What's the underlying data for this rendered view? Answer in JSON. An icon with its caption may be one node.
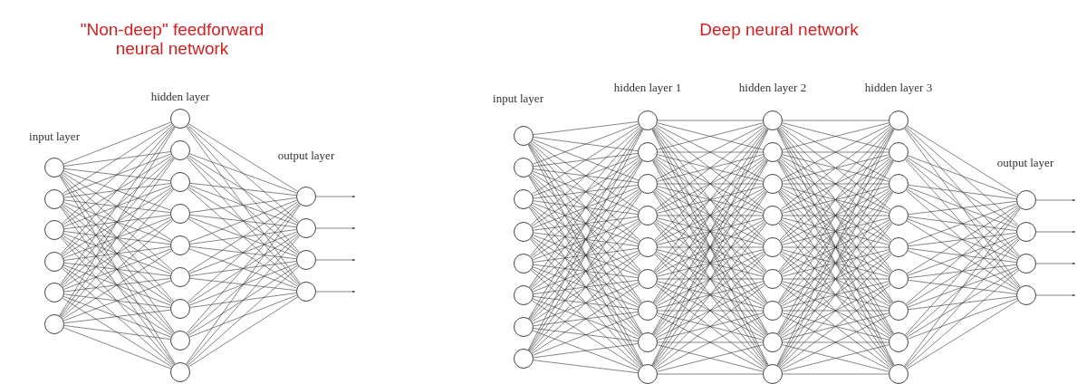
{
  "diagram": {
    "nodes": [
      {
        "text": [],
        "shape": "circle"
      },
      {
        "text": [],
        "shape": "circle"
      },
      {
        "text": [],
        "shape": "circle"
      },
      {
        "text": [],
        "shape": "circle"
      },
      {
        "text": [],
        "shape": "circle"
      },
      {
        "text": [],
        "shape": "circle"
      },
      {
        "text": [],
        "shape": "circle"
      },
      {
        "text": [],
        "shape": "circle"
      },
      {
        "text": [],
        "shape": "circle"
      },
      {
        "text": [],
        "shape": "circle"
      },
      {
        "text": [],
        "shape": "circle"
      },
      {
        "text": [],
        "shape": "circle"
      },
      {
        "text": [],
        "shape": "circle"
      },
      {
        "text": [],
        "shape": "circle"
      },
      {
        "text": [],
        "shape": "circle"
      },
      {
        "text": [],
        "shape": "circle"
      },
      {
        "text": [],
        "shape": "circle"
      },
      {
        "text": [],
        "shape": "circle"
      },
      {
        "text": [],
        "shape": "circle"
      },
      {
        "text": [],
        "shape": "circle"
      },
      {
        "text": [],
        "shape": "circle"
      },
      {
        "text": [],
        "shape": "circle"
      },
      {
        "text": [],
        "shape": "circle"
      },
      {
        "text": [],
        "shape": "circle"
      },
      {
        "text": [],
        "shape": "circle"
      },
      {
        "text": [],
        "shape": "circle"
      },
      {
        "text": [],
        "shape": "circle"
      },
      {
        "text": [],
        "shape": "circle"
      },
      {
        "text": [],
        "shape": "circle"
      },
      {
        "text": [],
        "shape": "circle"
      },
      {
        "text": [],
        "shape": "circle"
      },
      {
        "text": [],
        "shape": "circle"
      },
      {
        "text": [],
        "shape": "circle"
      },
      {
        "text": [],
        "shape": "circle"
      },
      {
        "text": [],
        "shape": "circle"
      },
      {
        "text": [],
        "shape": "circle"
      },
      {
        "text": [],
        "shape": "circle"
      },
      {
        "text": [],
        "shape": "circle"
      },
      {
        "text": [],
        "shape": "circle"
      },
      {
        "text": [],
        "shape": "circle"
      },
      {
        "text": [],
        "shape": "circle"
      },
      {
        "text": [],
        "shape": "circle"
      },
      {
        "text": [],
        "shape": "circle"
      },
      {
        "text": [],
        "shape": "circle"
      },
      {
        "text": [],
        "shape": "circle"
      },
      {
        "text": [],
        "shape": "circle"
      },
      {
        "text": [],
        "shape": "circle"
      },
      {
        "text": [],
        "shape": "circle"
      },
      {
        "text": [],
        "shape": "circle"
      },
      {
        "text": [],
        "shape": "circle"
      },
      {
        "text": [],
        "shape": "circle"
      },
      {
        "text": [],
        "shape": "circle"
      },
      {
        "text": [],
        "shape": "circle"
      },
      {
        "text": [],
        "shape": "circle"
      },
      {
        "text": [],
        "shape": "circle"
      },
      {
        "text": [],
        "shape": "circle"
      },
      {
        "text": [],
        "shape": "circle"
      },
      {
        "text": [],
        "shape": "circle"
      }
    ],
    "edges": [
      {
        "from": 0,
        "to": 6,
        "arrow": "none"
      },
      {
        "from": 0,
        "to": 7,
        "arrow": "none"
      },
      {
        "from": 0,
        "to": 8,
        "arrow": "none"
      },
      {
        "from": 0,
        "to": 9,
        "arrow": "none"
      },
      {
        "from": 0,
        "to": 10,
        "arrow": "none"
      },
      {
        "from": 0,
        "to": 11,
        "arrow": "none"
      },
      {
        "from": 0,
        "to": 12,
        "arrow": "none"
      },
      {
        "from": 0,
        "to": 13,
        "arrow": "none"
      },
      {
        "from": 0,
        "to": 14,
        "arrow": "none"
      },
      {
        "from": 1,
        "to": 6,
        "arrow": "none"
      },
      {
        "from": 1,
        "to": 7,
        "arrow": "none"
      },
      {
        "from": 1,
        "to": 8,
        "arrow": "none"
      },
      {
        "from": 1,
        "to": 9,
        "arrow": "none"
      },
      {
        "from": 1,
        "to": 10,
        "arrow": "none"
      },
      {
        "from": 1,
        "to": 11,
        "arrow": "none"
      },
      {
        "from": 1,
        "to": 12,
        "arrow": "none"
      },
      {
        "from": 1,
        "to": 13,
        "arrow": "none"
      },
      {
        "from": 1,
        "to": 14,
        "arrow": "none"
      },
      {
        "from": 2,
        "to": 6,
        "arrow": "none"
      },
      {
        "from": 2,
        "to": 7,
        "arrow": "none"
      },
      {
        "from": 2,
        "to": 8,
        "arrow": "none"
      },
      {
        "from": 2,
        "to": 9,
        "arrow": "none"
      },
      {
        "from": 2,
        "to": 10,
        "arrow": "none"
      },
      {
        "from": 2,
        "to": 11,
        "arrow": "none"
      },
      {
        "from": 2,
        "to": 12,
        "arrow": "none"
      },
      {
        "from": 2,
        "to": 13,
        "arrow": "none"
      },
      {
        "from": 2,
        "to": 14,
        "arrow": "none"
      },
      {
        "from": 3,
        "to": 6,
        "arrow": "none"
      },
      {
        "from": 3,
        "to": 7,
        "arrow": "none"
      },
      {
        "from": 3,
        "to": 8,
        "arrow": "none"
      },
      {
        "from": 3,
        "to": 9,
        "arrow": "none"
      },
      {
        "from": 3,
        "to": 10,
        "arrow": "none"
      },
      {
        "from": 3,
        "to": 11,
        "arrow": "none"
      },
      {
        "from": 3,
        "to": 12,
        "arrow": "none"
      },
      {
        "from": 3,
        "to": 13,
        "arrow": "none"
      },
      {
        "from": 3,
        "to": 14,
        "arrow": "none"
      },
      {
        "from": 4,
        "to": 6,
        "arrow": "none"
      },
      {
        "from": 4,
        "to": 7,
        "arrow": "none"
      },
      {
        "from": 4,
        "to": 8,
        "arrow": "none"
      },
      {
        "from": 4,
        "to": 9,
        "arrow": "none"
      },
      {
        "from": 4,
        "to": 10,
        "arrow": "none"
      },
      {
        "from": 4,
        "to": 11,
        "arrow": "none"
      },
      {
        "from": 4,
        "to": 12,
        "arrow": "none"
      },
      {
        "from": 4,
        "to": 13,
        "arrow": "none"
      },
      {
        "from": 4,
        "to": 14,
        "arrow": "none"
      },
      {
        "from": 5,
        "to": 6,
        "arrow": "none"
      },
      {
        "from": 5,
        "to": 7,
        "arrow": "none"
      },
      {
        "from": 5,
        "to": 8,
        "arrow": "none"
      },
      {
        "from": 5,
        "to": 9,
        "arrow": "none"
      },
      {
        "from": 5,
        "to": 10,
        "arrow": "none"
      },
      {
        "from": 5,
        "to": 11,
        "arrow": "none"
      },
      {
        "from": 5,
        "to": 12,
        "arrow": "none"
      },
      {
        "from": 5,
        "to": 13,
        "arrow": "none"
      },
      {
        "from": 5,
        "to": 14,
        "arrow": "none"
      },
      {
        "from": 6,
        "to": 15,
        "arrow": "none"
      },
      {
        "from": 6,
        "to": 16,
        "arrow": "none"
      },
      {
        "from": 6,
        "to": 17,
        "arrow": "none"
      },
      {
        "from": 6,
        "to": 18,
        "arrow": "none"
      },
      {
        "from": 7,
        "to": 15,
        "arrow": "none"
      },
      {
        "from": 7,
        "to": 16,
        "arrow": "none"
      },
      {
        "from": 7,
        "to": 17,
        "arrow": "none"
      },
      {
        "from": 7,
        "to": 18,
        "arrow": "none"
      },
      {
        "from": 8,
        "to": 15,
        "arrow": "none"
      },
      {
        "from": 8,
        "to": 16,
        "arrow": "none"
      },
      {
        "from": 8,
        "to": 17,
        "arrow": "none"
      },
      {
        "from": 8,
        "to": 18,
        "arrow": "none"
      },
      {
        "from": 9,
        "to": 15,
        "arrow": "none"
      },
      {
        "from": 9,
        "to": 16,
        "arrow": "none"
      },
      {
        "from": 9,
        "to": 17,
        "arrow": "none"
      },
      {
        "from": 9,
        "to": 18,
        "arrow": "none"
      },
      {
        "from": 10,
        "to": 15,
        "arrow": "none"
      },
      {
        "from": 10,
        "to": 16,
        "arrow": "none"
      },
      {
        "from": 10,
        "to": 17,
        "arrow": "none"
      },
      {
        "from": 10,
        "to": 18,
        "arrow": "none"
      },
      {
        "from": 11,
        "to": 15,
        "arrow": "none"
      },
      {
        "from": 11,
        "to": 16,
        "arrow": "none"
      },
      {
        "from": 11,
        "to": 17,
        "arrow": "none"
      },
      {
        "from": 11,
        "to": 18,
        "arrow": "none"
      },
      {
        "from": 12,
        "to": 15,
        "arrow": "none"
      },
      {
        "from": 12,
        "to": 16,
        "arrow": "none"
      },
      {
        "from": 12,
        "to": 17,
        "arrow": "none"
      },
      {
        "from": 12,
        "to": 18,
        "arrow": "none"
      },
      {
        "from": 13,
        "to": 15,
        "arrow": "none"
      },
      {
        "from": 13,
        "to": 16,
        "arrow": "none"
      },
      {
        "from": 13,
        "to": 17,
        "arrow": "none"
      },
      {
        "from": 13,
        "to": 18,
        "arrow": "none"
      },
      {
        "from": 14,
        "to": 15,
        "arrow": "none"
      },
      {
        "from": 14,
        "to": 16,
        "arrow": "none"
      },
      {
        "from": 14,
        "to": 17,
        "arrow": "none"
      },
      {
        "from": 14,
        "to": 18,
        "arrow": "none"
      },
      {
        "from": 15,
        "to": null,
        "arrow": "to"
      },
      {
        "from": 16,
        "to": null,
        "arrow": "to"
      },
      {
        "from": 17,
        "to": null,
        "arrow": "to"
      },
      {
        "from": 18,
        "to": null,
        "arrow": "to"
      },
      {
        "from": 19,
        "to": 27,
        "arrow": "none"
      },
      {
        "from": 19,
        "to": 28,
        "arrow": "none"
      },
      {
        "from": 19,
        "to": 29,
        "arrow": "none"
      },
      {
        "from": 19,
        "to": 30,
        "arrow": "none"
      },
      {
        "from": 19,
        "to": 31,
        "arrow": "none"
      },
      {
        "from": 19,
        "to": 32,
        "arrow": "none"
      },
      {
        "from": 19,
        "to": 33,
        "arrow": "none"
      },
      {
        "from": 19,
        "to": 34,
        "arrow": "none"
      },
      {
        "from": 19,
        "to": 35,
        "arrow": "none"
      },
      {
        "from": 20,
        "to": 27,
        "arrow": "none"
      },
      {
        "from": 20,
        "to": 28,
        "arrow": "none"
      },
      {
        "from": 20,
        "to": 29,
        "arrow": "none"
      },
      {
        "from": 20,
        "to": 30,
        "arrow": "none"
      },
      {
        "from": 20,
        "to": 31,
        "arrow": "none"
      },
      {
        "from": 20,
        "to": 32,
        "arrow": "none"
      },
      {
        "from": 20,
        "to": 33,
        "arrow": "none"
      },
      {
        "from": 20,
        "to": 34,
        "arrow": "none"
      },
      {
        "from": 20,
        "to": 35,
        "arrow": "none"
      },
      {
        "from": 21,
        "to": 27,
        "arrow": "none"
      },
      {
        "from": 21,
        "to": 28,
        "arrow": "none"
      },
      {
        "from": 21,
        "to": 29,
        "arrow": "none"
      },
      {
        "from": 21,
        "to": 30,
        "arrow": "none"
      },
      {
        "from": 21,
        "to": 31,
        "arrow": "none"
      },
      {
        "from": 21,
        "to": 32,
        "arrow": "none"
      },
      {
        "from": 21,
        "to": 33,
        "arrow": "none"
      },
      {
        "from": 21,
        "to": 34,
        "arrow": "none"
      },
      {
        "from": 21,
        "to": 35,
        "arrow": "none"
      },
      {
        "from": 22,
        "to": 27,
        "arrow": "none"
      },
      {
        "from": 22,
        "to": 28,
        "arrow": "none"
      },
      {
        "from": 22,
        "to": 29,
        "arrow": "none"
      },
      {
        "from": 22,
        "to": 30,
        "arrow": "none"
      },
      {
        "from": 22,
        "to": 31,
        "arrow": "none"
      },
      {
        "from": 22,
        "to": 32,
        "arrow": "none"
      },
      {
        "from": 22,
        "to": 33,
        "arrow": "none"
      },
      {
        "from": 22,
        "to": 34,
        "arrow": "none"
      },
      {
        "from": 22,
        "to": 35,
        "arrow": "none"
      },
      {
        "from": 23,
        "to": 27,
        "arrow": "none"
      },
      {
        "from": 23,
        "to": 28,
        "arrow": "none"
      },
      {
        "from": 23,
        "to": 29,
        "arrow": "none"
      },
      {
        "from": 23,
        "to": 30,
        "arrow": "none"
      },
      {
        "from": 23,
        "to": 31,
        "arrow": "none"
      },
      {
        "from": 23,
        "to": 32,
        "arrow": "none"
      },
      {
        "from": 23,
        "to": 33,
        "arrow": "none"
      },
      {
        "from": 23,
        "to": 34,
        "arrow": "none"
      },
      {
        "from": 23,
        "to": 35,
        "arrow": "none"
      },
      {
        "from": 24,
        "to": 27,
        "arrow": "none"
      },
      {
        "from": 24,
        "to": 28,
        "arrow": "none"
      },
      {
        "from": 24,
        "to": 29,
        "arrow": "none"
      },
      {
        "from": 24,
        "to": 30,
        "arrow": "none"
      },
      {
        "from": 24,
        "to": 31,
        "arrow": "none"
      },
      {
        "from": 24,
        "to": 32,
        "arrow": "none"
      },
      {
        "from": 24,
        "to": 33,
        "arrow": "none"
      },
      {
        "from": 24,
        "to": 34,
        "arrow": "none"
      },
      {
        "from": 24,
        "to": 35,
        "arrow": "none"
      },
      {
        "from": 25,
        "to": 27,
        "arrow": "none"
      },
      {
        "from": 25,
        "to": 28,
        "arrow": "none"
      },
      {
        "from": 25,
        "to": 29,
        "arrow": "none"
      },
      {
        "from": 25,
        "to": 30,
        "arrow": "none"
      },
      {
        "from": 25,
        "to": 31,
        "arrow": "none"
      },
      {
        "from": 25,
        "to": 32,
        "arrow": "none"
      },
      {
        "from": 25,
        "to": 33,
        "arrow": "none"
      },
      {
        "from": 25,
        "to": 34,
        "arrow": "none"
      },
      {
        "from": 25,
        "to": 35,
        "arrow": "none"
      },
      {
        "from": 26,
        "to": 27,
        "arrow": "none"
      },
      {
        "from": 26,
        "to": 28,
        "arrow": "none"
      },
      {
        "from": 26,
        "to": 29,
        "arrow": "none"
      },
      {
        "from": 26,
        "to": 30,
        "arrow": "none"
      },
      {
        "from": 26,
        "to": 31,
        "arrow": "none"
      },
      {
        "from": 26,
        "to": 32,
        "arrow": "none"
      },
      {
        "from": 26,
        "to": 33,
        "arrow": "none"
      },
      {
        "from": 26,
        "to": 34,
        "arrow": "none"
      },
      {
        "from": 26,
        "to": 35,
        "arrow": "none"
      },
      {
        "from": 27,
        "to": 36,
        "arrow": "none"
      },
      {
        "from": 27,
        "to": 37,
        "arrow": "none"
      },
      {
        "from": 27,
        "to": 38,
        "arrow": "none"
      },
      {
        "from": 27,
        "to": 39,
        "arrow": "none"
      },
      {
        "from": 27,
        "to": 40,
        "arrow": "none"
      },
      {
        "from": 27,
        "to": 41,
        "arrow": "none"
      },
      {
        "from": 27,
        "to": 42,
        "arrow": "none"
      },
      {
        "from": 27,
        "to": 43,
        "arrow": "none"
      },
      {
        "from": 27,
        "to": 44,
        "arrow": "none"
      },
      {
        "from": 28,
        "to": 36,
        "arrow": "none"
      },
      {
        "from": 28,
        "to": 37,
        "arrow": "none"
      },
      {
        "from": 28,
        "to": 38,
        "arrow": "none"
      },
      {
        "from": 28,
        "to": 39,
        "arrow": "none"
      },
      {
        "from": 28,
        "to": 40,
        "arrow": "none"
      },
      {
        "from": 28,
        "to": 41,
        "arrow": "none"
      },
      {
        "from": 28,
        "to": 42,
        "arrow": "none"
      },
      {
        "from": 28,
        "to": 43,
        "arrow": "none"
      },
      {
        "from": 28,
        "to": 44,
        "arrow": "none"
      },
      {
        "from": 29,
        "to": 36,
        "arrow": "none"
      },
      {
        "from": 29,
        "to": 37,
        "arrow": "none"
      },
      {
        "from": 29,
        "to": 38,
        "arrow": "none"
      },
      {
        "from": 29,
        "to": 39,
        "arrow": "none"
      },
      {
        "from": 29,
        "to": 40,
        "arrow": "none"
      },
      {
        "from": 29,
        "to": 41,
        "arrow": "none"
      },
      {
        "from": 29,
        "to": 42,
        "arrow": "none"
      },
      {
        "from": 29,
        "to": 43,
        "arrow": "none"
      },
      {
        "from": 29,
        "to": 44,
        "arrow": "none"
      },
      {
        "from": 30,
        "to": 36,
        "arrow": "none"
      },
      {
        "from": 30,
        "to": 37,
        "arrow": "none"
      },
      {
        "from": 30,
        "to": 38,
        "arrow": "none"
      },
      {
        "from": 30,
        "to": 39,
        "arrow": "none"
      },
      {
        "from": 30,
        "to": 40,
        "arrow": "none"
      },
      {
        "from": 30,
        "to": 41,
        "arrow": "none"
      },
      {
        "from": 30,
        "to": 42,
        "arrow": "none"
      },
      {
        "from": 30,
        "to": 43,
        "arrow": "none"
      },
      {
        "from": 30,
        "to": 44,
        "arrow": "none"
      },
      {
        "from": 31,
        "to": 36,
        "arrow": "none"
      },
      {
        "from": 31,
        "to": 37,
        "arrow": "none"
      },
      {
        "from": 31,
        "to": 38,
        "arrow": "none"
      },
      {
        "from": 31,
        "to": 39,
        "arrow": "none"
      },
      {
        "from": 31,
        "to": 40,
        "arrow": "none"
      },
      {
        "from": 31,
        "to": 41,
        "arrow": "none"
      },
      {
        "from": 31,
        "to": 42,
        "arrow": "none"
      },
      {
        "from": 31,
        "to": 43,
        "arrow": "none"
      },
      {
        "from": 31,
        "to": 44,
        "arrow": "none"
      },
      {
        "from": 32,
        "to": 36,
        "arrow": "none"
      },
      {
        "from": 32,
        "to": 37,
        "arrow": "none"
      },
      {
        "from": 32,
        "to": 38,
        "arrow": "none"
      },
      {
        "from": 32,
        "to": 39,
        "arrow": "none"
      },
      {
        "from": 32,
        "to": 40,
        "arrow": "none"
      },
      {
        "from": 32,
        "to": 41,
        "arrow": "none"
      },
      {
        "from": 32,
        "to": 42,
        "arrow": "none"
      },
      {
        "from": 32,
        "to": 43,
        "arrow": "none"
      },
      {
        "from": 32,
        "to": 44,
        "arrow": "none"
      },
      {
        "from": 33,
        "to": 36,
        "arrow": "none"
      },
      {
        "from": 33,
        "to": 37,
        "arrow": "none"
      },
      {
        "from": 33,
        "to": 38,
        "arrow": "none"
      },
      {
        "from": 33,
        "to": 39,
        "arrow": "none"
      },
      {
        "from": 33,
        "to": 40,
        "arrow": "none"
      },
      {
        "from": 33,
        "to": 41,
        "arrow": "none"
      },
      {
        "from": 33,
        "to": 42,
        "arrow": "none"
      },
      {
        "from": 33,
        "to": 43,
        "arrow": "none"
      },
      {
        "from": 33,
        "to": 44,
        "arrow": "none"
      },
      {
        "from": 34,
        "to": 36,
        "arrow": "none"
      },
      {
        "from": 34,
        "to": 37,
        "arrow": "none"
      },
      {
        "from": 34,
        "to": 38,
        "arrow": "none"
      },
      {
        "from": 34,
        "to": 39,
        "arrow": "none"
      },
      {
        "from": 34,
        "to": 40,
        "arrow": "none"
      },
      {
        "from": 34,
        "to": 41,
        "arrow": "none"
      },
      {
        "from": 34,
        "to": 42,
        "arrow": "none"
      },
      {
        "from": 34,
        "to": 43,
        "arrow": "none"
      },
      {
        "from": 34,
        "to": 44,
        "arrow": "none"
      },
      {
        "from": 35,
        "to": 36,
        "arrow": "none"
      },
      {
        "from": 35,
        "to": 37,
        "arrow": "none"
      },
      {
        "from": 35,
        "to": 38,
        "arrow": "none"
      },
      {
        "from": 35,
        "to": 39,
        "arrow": "none"
      },
      {
        "from": 35,
        "to": 40,
        "arrow": "none"
      },
      {
        "from": 35,
        "to": 41,
        "arrow": "none"
      },
      {
        "from": 35,
        "to": 42,
        "arrow": "none"
      },
      {
        "from": 35,
        "to": 43,
        "arrow": "none"
      },
      {
        "from": 35,
        "to": 44,
        "arrow": "none"
      },
      {
        "from": 36,
        "to": 45,
        "arrow": "none"
      },
      {
        "from": 36,
        "to": 46,
        "arrow": "none"
      },
      {
        "from": 36,
        "to": 47,
        "arrow": "none"
      },
      {
        "from": 36,
        "to": 48,
        "arrow": "none"
      },
      {
        "from": 36,
        "to": 49,
        "arrow": "none"
      },
      {
        "from": 36,
        "to": 50,
        "arrow": "none"
      },
      {
        "from": 36,
        "to": 51,
        "arrow": "none"
      },
      {
        "from": 36,
        "to": 52,
        "arrow": "none"
      },
      {
        "from": 36,
        "to": 53,
        "arrow": "none"
      },
      {
        "from": 37,
        "to": 45,
        "arrow": "none"
      },
      {
        "from": 37,
        "to": 46,
        "arrow": "none"
      },
      {
        "from": 37,
        "to": 47,
        "arrow": "none"
      },
      {
        "from": 37,
        "to": 48,
        "arrow": "none"
      },
      {
        "from": 37,
        "to": 49,
        "arrow": "none"
      },
      {
        "from": 37,
        "to": 50,
        "arrow": "none"
      },
      {
        "from": 37,
        "to": 51,
        "arrow": "none"
      },
      {
        "from": 37,
        "to": 52,
        "arrow": "none"
      },
      {
        "from": 37,
        "to": 53,
        "arrow": "none"
      },
      {
        "from": 38,
        "to": 45,
        "arrow": "none"
      },
      {
        "from": 38,
        "to": 46,
        "arrow": "none"
      },
      {
        "from": 38,
        "to": 47,
        "arrow": "none"
      },
      {
        "from": 38,
        "to": 48,
        "arrow": "none"
      },
      {
        "from": 38,
        "to": 49,
        "arrow": "none"
      },
      {
        "from": 38,
        "to": 50,
        "arrow": "none"
      },
      {
        "from": 38,
        "to": 51,
        "arrow": "none"
      },
      {
        "from": 38,
        "to": 52,
        "arrow": "none"
      },
      {
        "from": 38,
        "to": 53,
        "arrow": "none"
      },
      {
        "from": 39,
        "to": 45,
        "arrow": "none"
      },
      {
        "from": 39,
        "to": 46,
        "arrow": "none"
      },
      {
        "from": 39,
        "to": 47,
        "arrow": "none"
      },
      {
        "from": 39,
        "to": 48,
        "arrow": "none"
      },
      {
        "from": 39,
        "to": 49,
        "arrow": "none"
      },
      {
        "from": 39,
        "to": 50,
        "arrow": "none"
      },
      {
        "from": 39,
        "to": 51,
        "arrow": "none"
      },
      {
        "from": 39,
        "to": 52,
        "arrow": "none"
      },
      {
        "from": 39,
        "to": 53,
        "arrow": "none"
      },
      {
        "from": 40,
        "to": 45,
        "arrow": "none"
      },
      {
        "from": 40,
        "to": 46,
        "arrow": "none"
      },
      {
        "from": 40,
        "to": 47,
        "arrow": "none"
      },
      {
        "from": 40,
        "to": 48,
        "arrow": "none"
      },
      {
        "from": 40,
        "to": 49,
        "arrow": "none"
      },
      {
        "from": 40,
        "to": 50,
        "arrow": "none"
      },
      {
        "from": 40,
        "to": 51,
        "arrow": "none"
      },
      {
        "from": 40,
        "to": 52,
        "arrow": "none"
      },
      {
        "from": 40,
        "to": 53,
        "arrow": "none"
      },
      {
        "from": 41,
        "to": 45,
        "arrow": "none"
      },
      {
        "from": 41,
        "to": 46,
        "arrow": "none"
      },
      {
        "from": 41,
        "to": 47,
        "arrow": "none"
      },
      {
        "from": 41,
        "to": 48,
        "arrow": "none"
      },
      {
        "from": 41,
        "to": 49,
        "arrow": "none"
      },
      {
        "from": 41,
        "to": 50,
        "arrow": "none"
      },
      {
        "from": 41,
        "to": 51,
        "arrow": "none"
      },
      {
        "from": 41,
        "to": 52,
        "arrow": "none"
      },
      {
        "from": 41,
        "to": 53,
        "arrow": "none"
      },
      {
        "from": 42,
        "to": 45,
        "arrow": "none"
      },
      {
        "from": 42,
        "to": 46,
        "arrow": "none"
      },
      {
        "from": 42,
        "to": 47,
        "arrow": "none"
      },
      {
        "from": 42,
        "to": 48,
        "arrow": "none"
      },
      {
        "from": 42,
        "to": 49,
        "arrow": "none"
      },
      {
        "from": 42,
        "to": 50,
        "arrow": "none"
      },
      {
        "from": 42,
        "to": 51,
        "arrow": "none"
      },
      {
        "from": 42,
        "to": 52,
        "arrow": "none"
      },
      {
        "from": 42,
        "to": 53,
        "arrow": "none"
      },
      {
        "from": 43,
        "to": 45,
        "arrow": "none"
      },
      {
        "from": 43,
        "to": 46,
        "arrow": "none"
      },
      {
        "from": 43,
        "to": 47,
        "arrow": "none"
      },
      {
        "from": 43,
        "to": 48,
        "arrow": "none"
      },
      {
        "from": 43,
        "to": 49,
        "arrow": "none"
      },
      {
        "from": 43,
        "to": 50,
        "arrow": "none"
      },
      {
        "from": 43,
        "to": 51,
        "arrow": "none"
      },
      {
        "from": 43,
        "to": 52,
        "arrow": "none"
      },
      {
        "from": 43,
        "to": 53,
        "arrow": "none"
      },
      {
        "from": 44,
        "to": 45,
        "arrow": "none"
      },
      {
        "from": 44,
        "to": 46,
        "arrow": "none"
      },
      {
        "from": 44,
        "to": 47,
        "arrow": "none"
      },
      {
        "from": 44,
        "to": 48,
        "arrow": "none"
      },
      {
        "from": 44,
        "to": 49,
        "arrow": "none"
      },
      {
        "from": 44,
        "to": 50,
        "arrow": "none"
      },
      {
        "from": 44,
        "to": 51,
        "arrow": "none"
      },
      {
        "from": 44,
        "to": 52,
        "arrow": "none"
      },
      {
        "from": 44,
        "to": 53,
        "arrow": "none"
      },
      {
        "from": 45,
        "to": 54,
        "arrow": "none"
      },
      {
        "from": 45,
        "to": 55,
        "arrow": "none"
      },
      {
        "from": 45,
        "to": 56,
        "arrow": "none"
      },
      {
        "from": 45,
        "to": 57,
        "arrow": "none"
      },
      {
        "from": 46,
        "to": 54,
        "arrow": "none"
      },
      {
        "from": 46,
        "to": 55,
        "arrow": "none"
      },
      {
        "from": 46,
        "to": 56,
        "arrow": "none"
      },
      {
        "from": 46,
        "to": 57,
        "arrow": "none"
      },
      {
        "from": 47,
        "to": 54,
        "arrow": "none"
      },
      {
        "from": 47,
        "to": 55,
        "arrow": "none"
      },
      {
        "from": 47,
        "to": 56,
        "arrow": "none"
      },
      {
        "from": 47,
        "to": 57,
        "arrow": "none"
      },
      {
        "from": 48,
        "to": 54,
        "arrow": "none"
      },
      {
        "from": 48,
        "to": 55,
        "arrow": "none"
      },
      {
        "from": 48,
        "to": 56,
        "arrow": "none"
      },
      {
        "from": 48,
        "to": 57,
        "arrow": "none"
      },
      {
        "from": 49,
        "to": 54,
        "arrow": "none"
      },
      {
        "from": 49,
        "to": 55,
        "arrow": "none"
      },
      {
        "from": 49,
        "to": 56,
        "arrow": "none"
      },
      {
        "from": 49,
        "to": 57,
        "arrow": "none"
      },
      {
        "from": 50,
        "to": 54,
        "arrow": "none"
      },
      {
        "from": 50,
        "to": 55,
        "arrow": "none"
      },
      {
        "from": 50,
        "to": 56,
        "arrow": "none"
      },
      {
        "from": 50,
        "to": 57,
        "arrow": "none"
      },
      {
        "from": 51,
        "to": 54,
        "arrow": "none"
      },
      {
        "from": 51,
        "to": 55,
        "arrow": "none"
      },
      {
        "from": 51,
        "to": 56,
        "arrow": "none"
      },
      {
        "from": 51,
        "to": 57,
        "arrow": "none"
      },
      {
        "from": 52,
        "to": 54,
        "arrow": "none"
      },
      {
        "from": 52,
        "to": 55,
        "arrow": "none"
      },
      {
        "from": 52,
        "to": 56,
        "arrow": "none"
      },
      {
        "from": 52,
        "to": 57,
        "arrow": "none"
      },
      {
        "from": 53,
        "to": 54,
        "arrow": "none"
      },
      {
        "from": 53,
        "to": 55,
        "arrow": "none"
      },
      {
        "from": 53,
        "to": 56,
        "arrow": "none"
      },
      {
        "from": 53,
        "to": 57,
        "arrow": "none"
      },
      {
        "from": 54,
        "to": null,
        "arrow": "to"
      },
      {
        "from": 55,
        "to": null,
        "arrow": "to"
      },
      {
        "from": 56,
        "to": null,
        "arrow": "to"
      },
      {
        "from": 57,
        "to": null,
        "arrow": "to"
      }
    ],
    "labels": [
      "\"Non-deep\" feedforward neural network",
      "Deep neural network",
      "hidden layer",
      "input layer",
      "output layer",
      "input layer",
      "hidden layer 1",
      "hidden layer 2",
      "hidden layer 3",
      "output layer"
    ]
  }
}
